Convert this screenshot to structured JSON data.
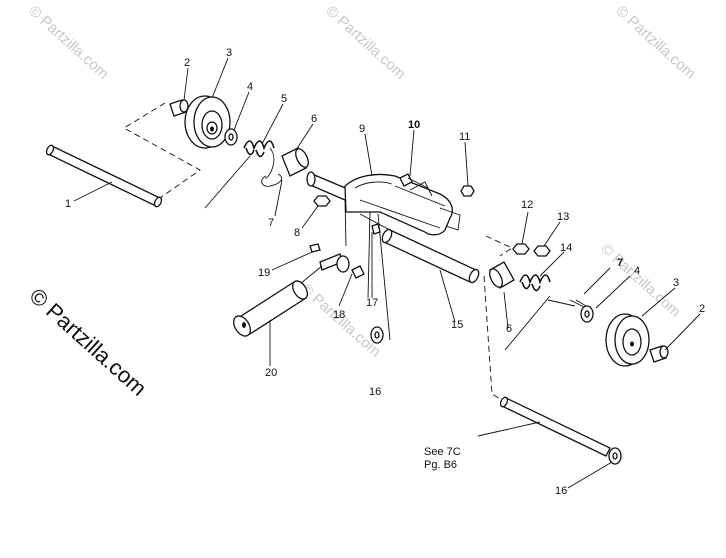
{
  "diagram": {
    "labels": {
      "p1": "1",
      "p2a": "2",
      "p3a": "3",
      "p4a": "4",
      "p5": "5",
      "p6a": "6",
      "p7a": "7",
      "p8": "8",
      "p9": "9",
      "p10": "10",
      "p11": "11",
      "p12": "12",
      "p13": "13",
      "p14": "14",
      "p7b": "7",
      "p4b": "4",
      "p3b": "3",
      "p2b": "2",
      "p6b": "6",
      "p15": "15",
      "p16a": "16",
      "p17": "17",
      "p18": "18",
      "p19": "19",
      "p20": "20",
      "p16b": "16"
    },
    "note": {
      "line1": "See 7C",
      "line2": "Pg. B6"
    },
    "watermarks": {
      "small": "© Partzilla.com",
      "large": "© Partzilla.com"
    }
  }
}
